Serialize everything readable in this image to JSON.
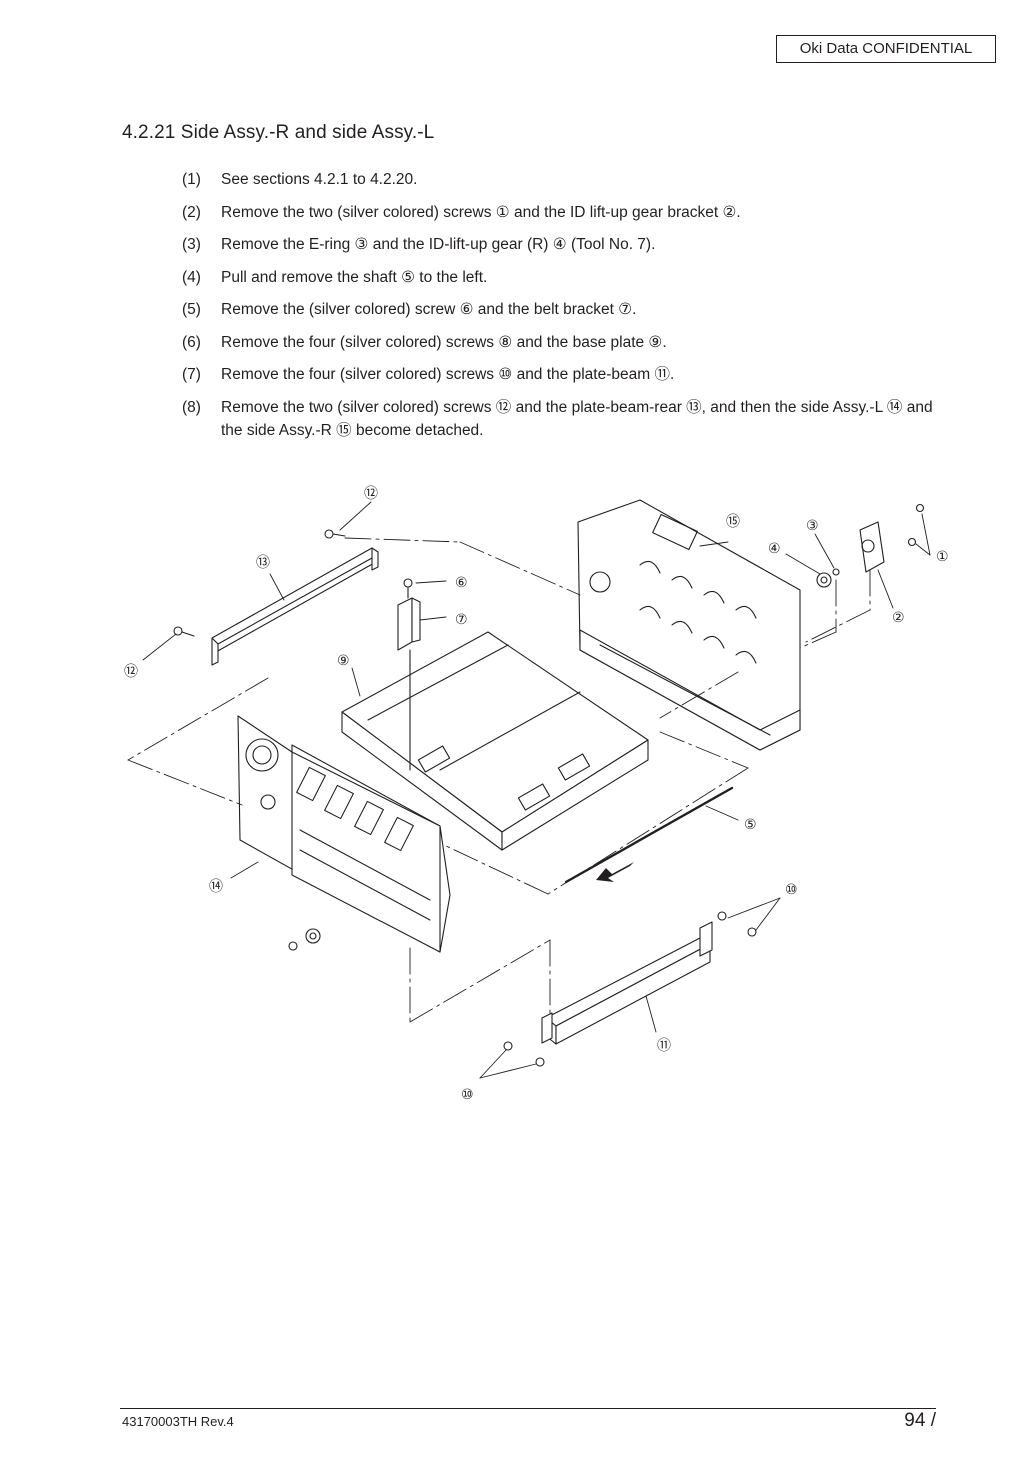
{
  "header": {
    "confidential_label": "Oki Data CONFIDENTIAL"
  },
  "section": {
    "title": "4.2.21  Side Assy.-R and side Assy.-L"
  },
  "steps": [
    {
      "num": "(1)",
      "text": "See sections 4.2.1 to 4.2.20."
    },
    {
      "num": "(2)",
      "text": "Remove the two (silver colored) screws ① and the ID lift-up gear bracket ②."
    },
    {
      "num": "(3)",
      "text": "Remove the E-ring ③ and the ID-lift-up gear (R) ④ (Tool No. 7)."
    },
    {
      "num": "(4)",
      "text": "Pull and remove the shaft ⑤ to the left."
    },
    {
      "num": "(5)",
      "text": "Remove the (silver colored) screw ⑥ and the belt bracket ⑦."
    },
    {
      "num": "(6)",
      "text": "Remove the four (silver colored) screws ⑧ and the base plate ⑨."
    },
    {
      "num": "(7)",
      "text": "Remove the four (silver colored) screws ⑩ and the plate-beam ⑪."
    },
    {
      "num": "(8)",
      "text": "Remove the two (silver colored) screws ⑫ and the plate-beam-rear ⑬, and then the side Assy.-L ⑭ and the side Assy.-R ⑮ become detached."
    }
  ],
  "diagram": {
    "callouts": [
      "①",
      "②",
      "③",
      "④",
      "⑤",
      "⑥",
      "⑦",
      "⑨",
      "⑩",
      "⑩",
      "⑪",
      "⑫",
      "⑫",
      "⑬",
      "⑭",
      "⑮"
    ]
  },
  "footer": {
    "doc_id": "43170003TH  Rev.4",
    "page_number": "94 /"
  }
}
